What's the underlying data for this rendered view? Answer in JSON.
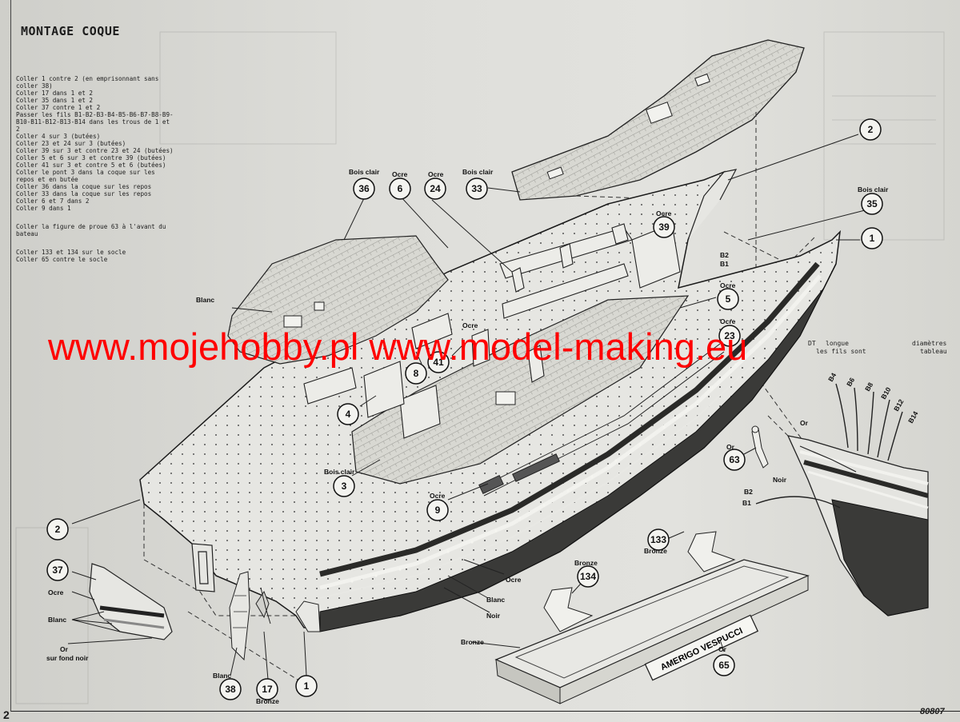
{
  "title": "MONTAGE COQUE",
  "instructions": [
    "Coller 1 contre 2 (en emprisonnant sans coller 38)",
    "Coller 17 dans 1 et 2",
    "Coller 35 dans 1 et 2",
    "Coller 37 contre 1 et 2",
    "Passer les fils B1-B2-B3-B4-B5-B6-B7-B8-B9-B10-B11-B12-B13-B14 dans les trous de 1 et 2",
    "Coller 4 sur 3 (butées)",
    "Coller 23 et 24 sur 3 (butées)",
    "Coller 39 sur 3 et contre 23 et 24 (butées)",
    "Coller 5 et 6 sur 3 et contre 39 (butées)",
    "Coller 41 sur 3 et contre 5 et 6 (butées)",
    "Coller le pont 3 dans la coque sur les repos et en butée",
    "Coller 36 dans la coque sur les repos",
    "Coller 33 dans la coque sur les repos",
    "Coller 6 et 7 dans 2",
    "Coller 9 dans 1"
  ],
  "instructions_extra": [
    "Coller la figure de proue 63 à l'avant du bateau",
    "Coller 133 et 134 sur le socle",
    "Coller 65 contre le socle"
  ],
  "side_note": {
    "line1": "DT",
    "line1b": "longue",
    "line2": "les fils sont",
    "line2b": "diamètres",
    "line3": "tableau"
  },
  "callouts": {
    "c36": "36",
    "c6": "6",
    "c24": "24",
    "c33": "33",
    "c2top": "2",
    "c35": "35",
    "c39": "39",
    "c1right": "1",
    "c5": "5",
    "c23": "23",
    "c8": "8",
    "c41": "41",
    "c4": "4",
    "c3": "3",
    "c9": "9",
    "c63": "63",
    "c2left": "2",
    "c37": "37",
    "c133": "133",
    "c134": "134",
    "c38": "38",
    "c17": "17",
    "c1bottom": "1",
    "c65": "65"
  },
  "labels": {
    "bois_clair": "Bois clair",
    "ocre": "Ocre",
    "blanc": "Blanc",
    "noir": "Noir",
    "or": "Or",
    "or_fond_noir": "sur fond noir",
    "bronze": "Bronze"
  },
  "threads": {
    "b2": "B2",
    "b1": "B1",
    "b4": "B4",
    "b6": "B6",
    "b8": "B8",
    "b10": "B10",
    "b12": "B12",
    "b14": "B14"
  },
  "plaque_text": "AMERIGO VESPUCCI",
  "watermark": "www.mojehobby.pl www.model-making.eu",
  "page_number": "2",
  "ref_number": "80807"
}
